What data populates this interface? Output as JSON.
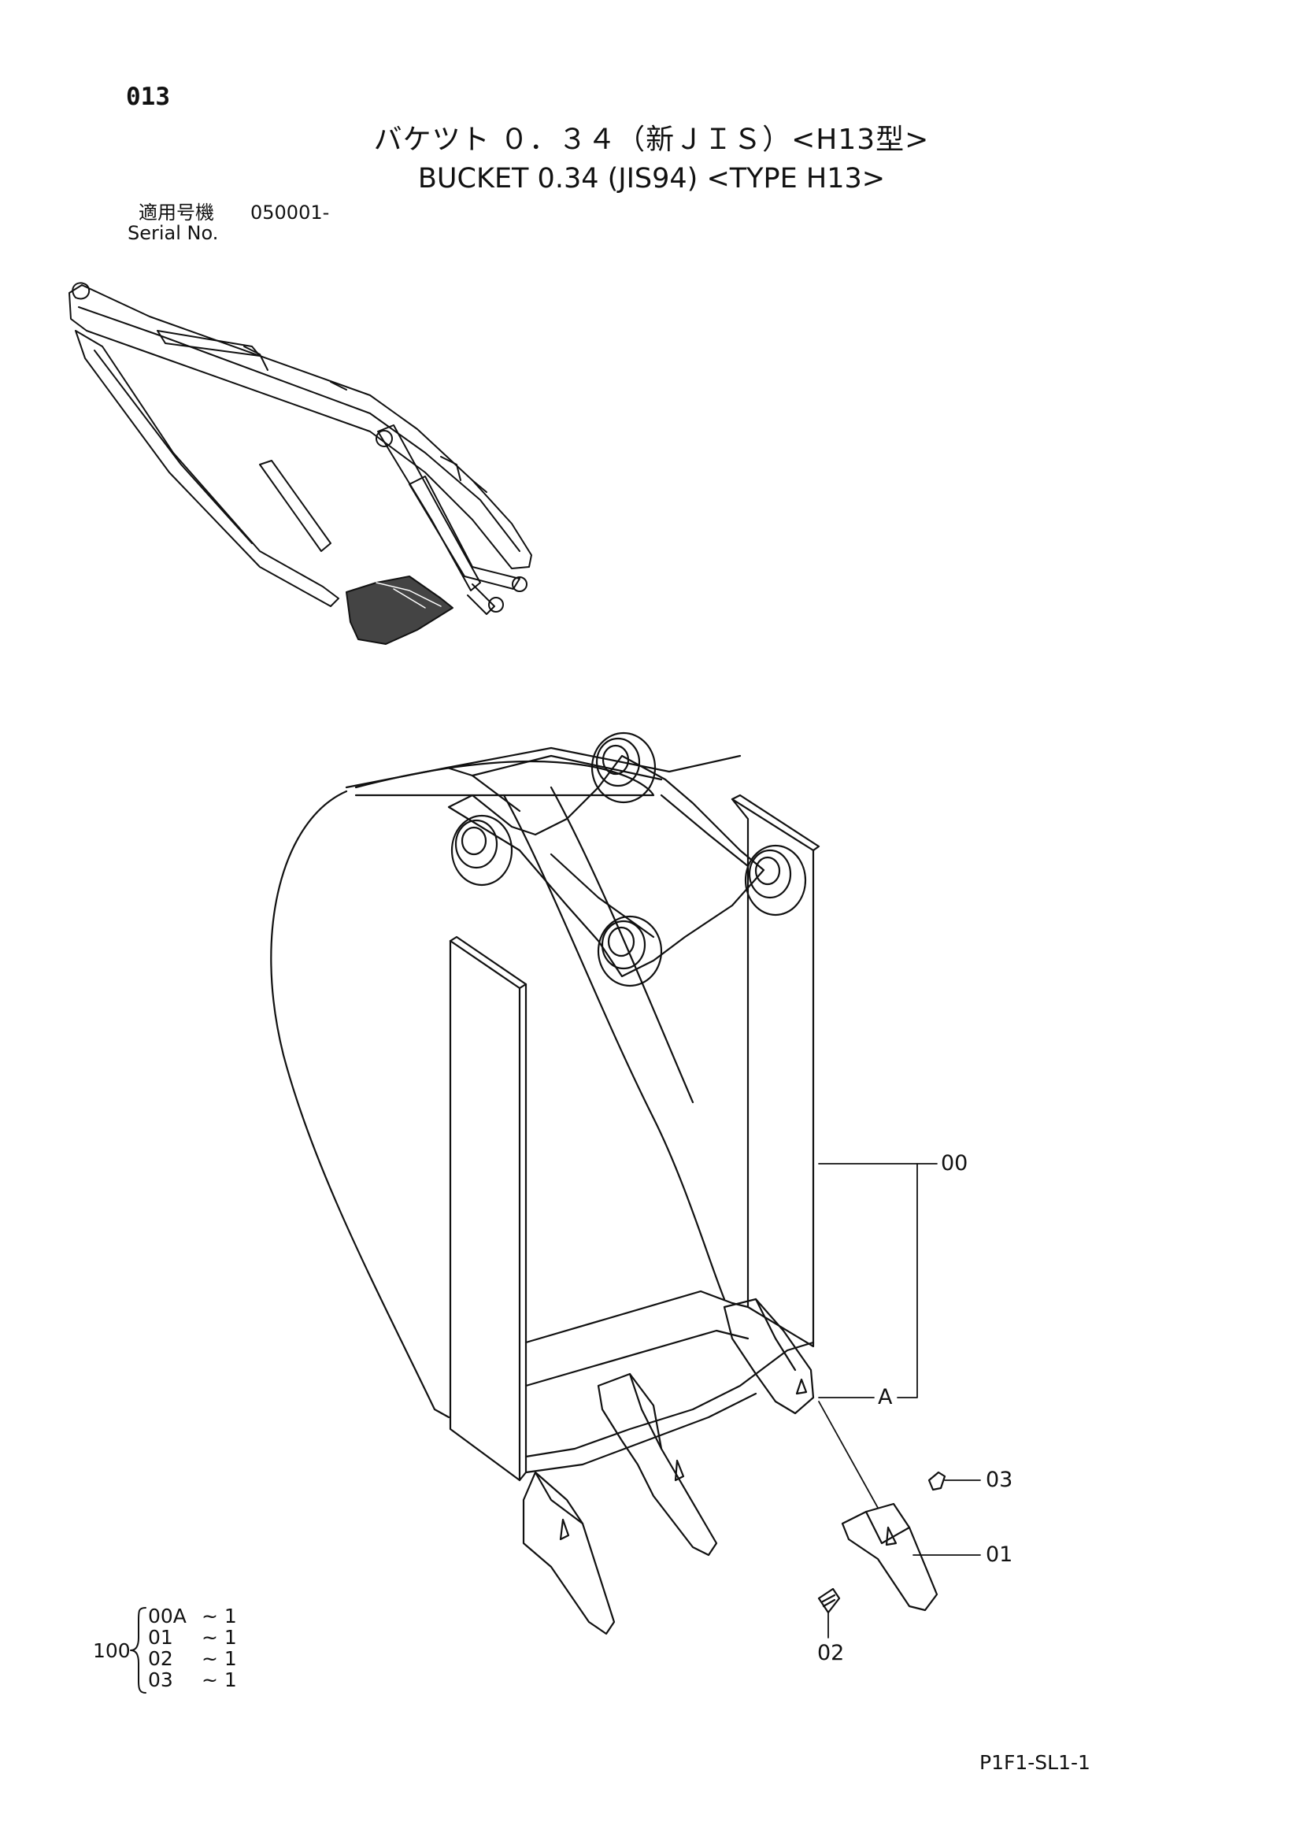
{
  "page_number": "013",
  "title_jp": "バケツト ０．３４（新ＪＩＳ）<H13型>",
  "title_en": "BUCKET 0.34 (JIS94) <TYPE H13>",
  "serial": {
    "label_jp": "適用号機",
    "value": "050001-",
    "label_en": "Serial No."
  },
  "callouts": {
    "c00": "00",
    "cA": "A",
    "c03": "03",
    "c01": "01",
    "c02": "02"
  },
  "kit": {
    "number": "100",
    "rows": [
      {
        "part": "00A",
        "qty": "~ 1"
      },
      {
        "part": "01",
        "qty": "~ 1"
      },
      {
        "part": "02",
        "qty": "~ 1"
      },
      {
        "part": "03",
        "qty": "~ 1"
      }
    ]
  },
  "doc_code": "P1F1-SL1-1"
}
